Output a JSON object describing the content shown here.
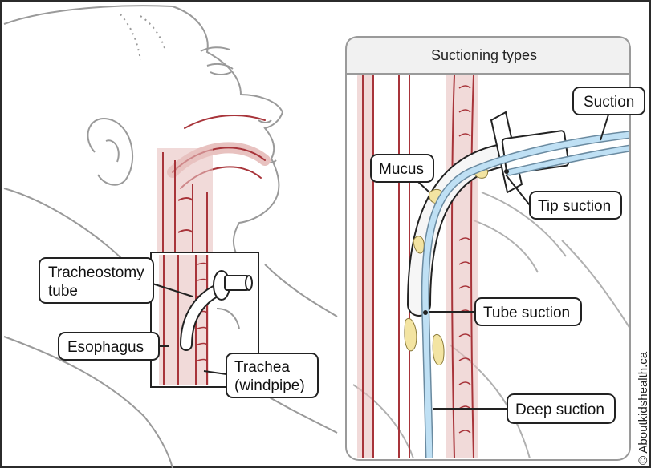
{
  "panel_title": "Suctioning types",
  "labels": {
    "tracheostomy_tube_line1": "Tracheostomy",
    "tracheostomy_tube_line2": "tube",
    "esophagus": "Esophagus",
    "trachea_line1": "Trachea",
    "trachea_line2": "(windpipe)",
    "suction": "Suction",
    "mucus": "Mucus",
    "tip_suction": "Tip suction",
    "tube_suction": "Tube suction",
    "deep_suction": "Deep suction"
  },
  "credit": "© Aboutkidshealth.ca",
  "colors": {
    "airway_red": "#a8343a",
    "tissue_pink": "#e8c2c0",
    "catheter_blue": "#bfe0f4",
    "mucus_yellow": "#f3e4a2",
    "outline": "#222222",
    "panel_bg": "#f1f1f1"
  }
}
